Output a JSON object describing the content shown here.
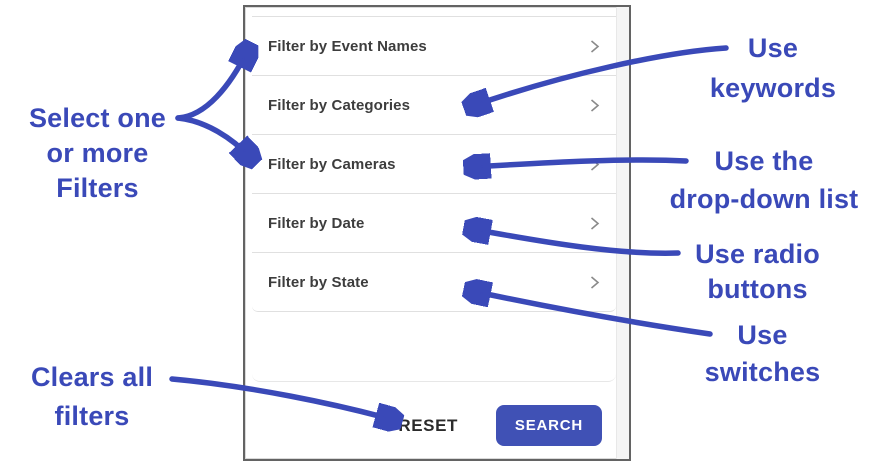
{
  "panel": {
    "filters": [
      "Filter by Event Names",
      "Filter by Categories",
      "Filter by Cameras",
      "Filter by Date",
      "Filter by State"
    ],
    "reset_label": "RESET",
    "search_label": "SEARCH"
  },
  "annotations": {
    "select_filters": "Select one\nor more\nFilters",
    "clears_filters": "Clears all\nfilters",
    "use_keywords": "Use\nkeywords",
    "use_dropdown": "Use the\ndrop-down list",
    "use_radio": "Use radio\nbuttons",
    "use_switches": "Use\nswitches"
  },
  "colors": {
    "annotation_blue": "#3a49b8",
    "search_button_blue": "#4051b5"
  }
}
